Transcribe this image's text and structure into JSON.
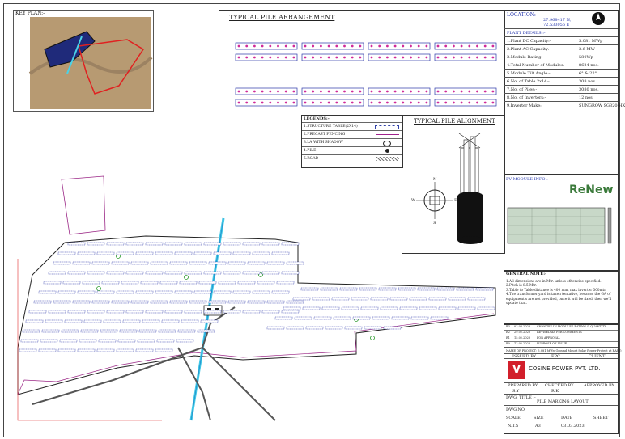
{
  "key_plan": {
    "title": "KEY PLAN:-"
  },
  "pile_arrangement": {
    "title": "TYPICAL PILE ARRANGEMENT"
  },
  "pile_alignment": {
    "title": "TYPICAL PILE ALIGNMENT",
    "compass": [
      "N",
      "S",
      "E",
      "W"
    ]
  },
  "legends": {
    "title": "LEGENDS:-",
    "items": [
      "1.STRUCTURE TABLE(2X14)",
      "2.PRECAST FENCING",
      "3.LA WITH SHADOW",
      "4.PILE",
      "5.ROAD"
    ]
  },
  "location": {
    "label": "LOCATION:-",
    "lat": "27.968417 N,",
    "lon": "72.533056 E"
  },
  "plant_details": {
    "title": "PLANT DETAILS :-",
    "rows": [
      {
        "k": "1.Plant DC Capacity:-",
        "v": "5.081 MWp"
      },
      {
        "k": "2.Plant AC Capacity:-",
        "v": "3.6 MW"
      },
      {
        "k": "3.Module Rating:-",
        "v": "580Wp"
      },
      {
        "k": "4.Total Number of Modules:-",
        "v": "8624 nos."
      },
      {
        "k": "5.Module Tilt Angle:-",
        "v": "6° & 22°"
      },
      {
        "k": "6.No. of Table 2x14:-",
        "v": "308 nos."
      },
      {
        "k": "7.No. of Piles:-",
        "v": "3080 nos."
      },
      {
        "k": "8.No. of Inverters:-",
        "v": "12 nos."
      },
      {
        "k": "9.Inverter Make:",
        "v": "SUNGROW SG320-HX"
      }
    ]
  },
  "pv_module": {
    "title": "PV MODULE INFO :-",
    "brand": "ReNew"
  },
  "general_note": {
    "title": "GENERAL NOTE:-",
    "lines": [
      "1.All dimensions are in Mtr. unless otherwise specified.",
      "2.Pitch is 8.5 Mtr.",
      "3.Table to Table distance is 400 mm, max inverter 300mtr.",
      "4.The transformer yard is taken tentative, because the GA of equipment's are not provided, once it will be fixed, then we'll update that."
    ]
  },
  "revisions": [
    {
      "rev": "R3",
      "date": "03.03.2023",
      "desc": "CHANGES IN MODULES RATING & QUANTITY"
    },
    {
      "rev": "R2",
      "date": "29.02.2023",
      "desc": "REVISED AS PER COMMENTS"
    },
    {
      "rev": "R1",
      "date": "15.02.2023",
      "desc": "FOR APPROVAL"
    },
    {
      "rev": "R0",
      "date": "13.02.2023",
      "desc": "PURPOSE OF ISSUE"
    }
  ],
  "project": {
    "name": "NAME OF PROJECT: 5.081 MWp Ground Mount Solar Power Project at RAJ(J)",
    "issued_by": "ISSUED BY",
    "epc": "EPC",
    "client": "CLIENT",
    "company": "COSINE POWER PVT. LTD.",
    "prepared_by": "PREPARED BY",
    "checked_by": "CHECKED BY",
    "approved_by": "APPROVED BY",
    "prep_initials": "S.Y",
    "check_initials": "R.K",
    "dwg_title_label": "DWG. TITLE :-",
    "dwg_title": "PILE MARKING LAYOUT",
    "dwg_no_label": "DWG.NO.",
    "scale_label": "SCALE",
    "size_label": "SIZE",
    "date_label": "DATE",
    "sheet_label": "SHEET",
    "scale": "N.T.S",
    "size": "A3",
    "date": "03.03.2023"
  }
}
